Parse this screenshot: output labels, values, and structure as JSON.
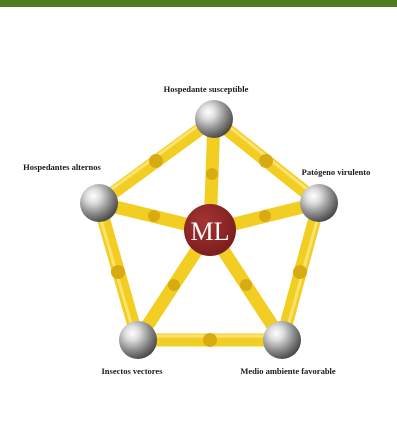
{
  "header": {
    "bar_color": "#4f7a1f"
  },
  "diagram": {
    "center": {
      "label": "ML",
      "color": "#8c2323"
    },
    "nodes": [
      {
        "id": "hospedante-susceptible",
        "label": "Hospedante susceptible"
      },
      {
        "id": "patogeno-virulento",
        "label": "Patógeno virulento"
      },
      {
        "id": "medio-ambiente-favorable",
        "label": "Medio ambiente favorable"
      },
      {
        "id": "insectos-vectores",
        "label": "Insectos vectores"
      },
      {
        "id": "hospedantes-alternos",
        "label": "Hospedantes alternos"
      }
    ],
    "connector_color": "#f2cd22",
    "ball_color": "#a8a8a8"
  }
}
